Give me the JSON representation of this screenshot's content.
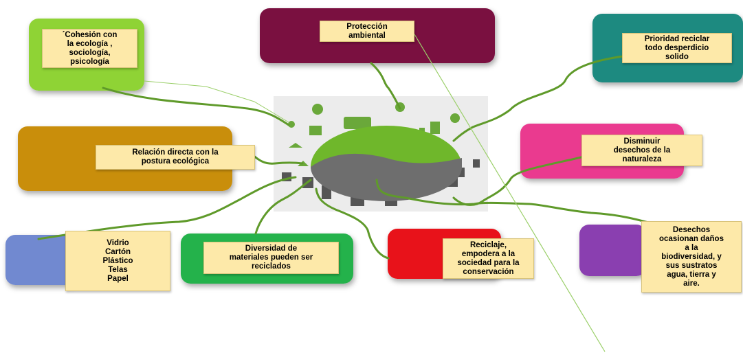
{
  "boxes": [
    {
      "id": "cohesion",
      "color": "#8fd335",
      "text": "´Cohesión con\nla ecología ,\nsociología,\npsicología"
    },
    {
      "id": "proteccion",
      "color": "#7a1040",
      "text": "Protección\nambiental"
    },
    {
      "id": "prioridad",
      "color": "#1d8a80",
      "text": "Prioridad reciclar\ntodo desperdicio\nsolido"
    },
    {
      "id": "relacion",
      "color": "#c98e0b",
      "text": "Relación directa con la\npostura ecológica"
    },
    {
      "id": "disminuir",
      "color": "#ea3a8f",
      "text": "Disminuir\ndesechos de la\nnaturaleza"
    },
    {
      "id": "vidrio",
      "color": "#7189d0",
      "text": "Vidrio\nCartón\nPlástico\nTelas\nPapel"
    },
    {
      "id": "diversidad",
      "color": "#24b24b",
      "text": "Diversidad de\nmateriales pueden ser\nreciclados"
    },
    {
      "id": "reciclaje",
      "color": "#e8121a",
      "text": "Reciclaje,\nempodera a la\nsociedad para la\nconservación"
    },
    {
      "id": "desechos",
      "color": "#8a3fb0",
      "text": "Desechos\nocasionan daños\na la\nbiodiversidad, y\nsus sustratos\nagua, tierra y\naire."
    }
  ],
  "colors": {
    "connector": "#5f9a2a",
    "globe_top": "#6fb72b",
    "globe_bottom": "#6f6f6f",
    "center_bg": "#e9e9e9",
    "stray_line": "#9bcf6a"
  }
}
